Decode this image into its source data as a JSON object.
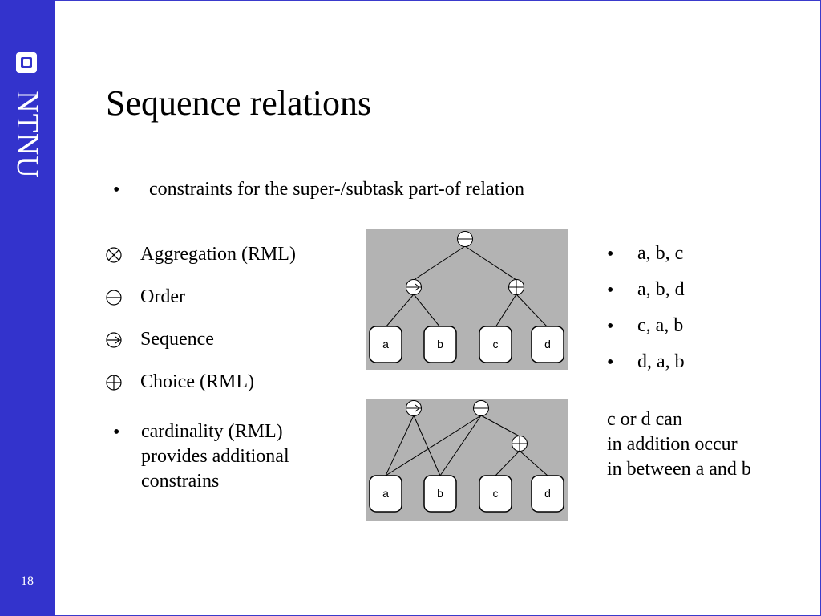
{
  "sidebar": {
    "logo_text": "NTNU",
    "page_number": "18"
  },
  "slide": {
    "title": "Sequence relations",
    "intro_bullet": "constraints for the super-/subtask part-of relation",
    "legend": [
      {
        "icon": "aggregation-icon",
        "label": "Aggregation (RML)"
      },
      {
        "icon": "order-icon",
        "label": "Order"
      },
      {
        "icon": "sequence-icon",
        "label": "Sequence"
      },
      {
        "icon": "choice-icon",
        "label": "Choice (RML)"
      }
    ],
    "cardinality_bullet": [
      "cardinality (RML)",
      "provides additional",
      "constrains"
    ],
    "sequences": [
      "a, b, c",
      "a, b, d",
      "c, a, b",
      "d, a, b"
    ],
    "note": [
      "c or d can",
      "in addition occur",
      "in between a and b"
    ]
  },
  "diagrams": {
    "background": "#b3b3b3",
    "leaves": [
      "a",
      "b",
      "c",
      "d"
    ]
  },
  "colors": {
    "sidebar": "#3333cc",
    "text": "#000000"
  }
}
